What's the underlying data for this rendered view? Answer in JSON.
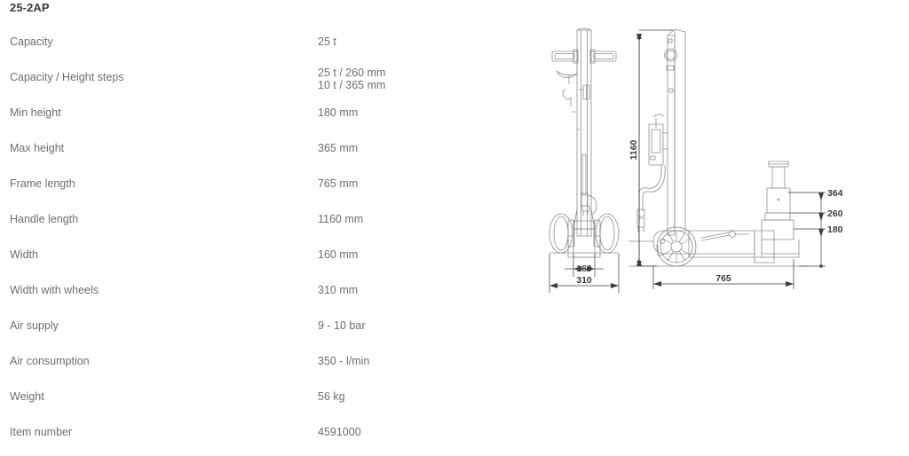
{
  "product": {
    "title": "25-2AP"
  },
  "spec_table": {
    "rows": [
      {
        "label": "Capacity",
        "value": "25 t"
      },
      {
        "label": "Capacity / Height steps",
        "value": "25 t / 260 mm\n10 t / 365 mm"
      },
      {
        "label": "Min height",
        "value": "180 mm"
      },
      {
        "label": "Max height",
        "value": "365 mm"
      },
      {
        "label": "Frame length",
        "value": "765 mm"
      },
      {
        "label": "Handle length",
        "value": "1160 mm"
      },
      {
        "label": "Width",
        "value": "160 mm"
      },
      {
        "label": "Width with wheels",
        "value": "310 mm"
      },
      {
        "label": "Air supply",
        "value": "9 - 10 bar"
      },
      {
        "label": "Air consumption",
        "value": "350 - l/min"
      },
      {
        "label": "Weight",
        "value": "56 kg"
      },
      {
        "label": "Item number",
        "value": "4591000"
      }
    ]
  },
  "drawing": {
    "type": "technical-drawing",
    "views": [
      "front-view",
      "side-view"
    ],
    "dimensions": {
      "handle_length": "1160",
      "width": "160",
      "width_with_wheels": "310",
      "frame_length": "765",
      "max_height": "364",
      "mid_height": "260",
      "min_height": "180"
    },
    "line_color": "#8a8a8a",
    "dimension_text_color": "#3c3c3c"
  }
}
